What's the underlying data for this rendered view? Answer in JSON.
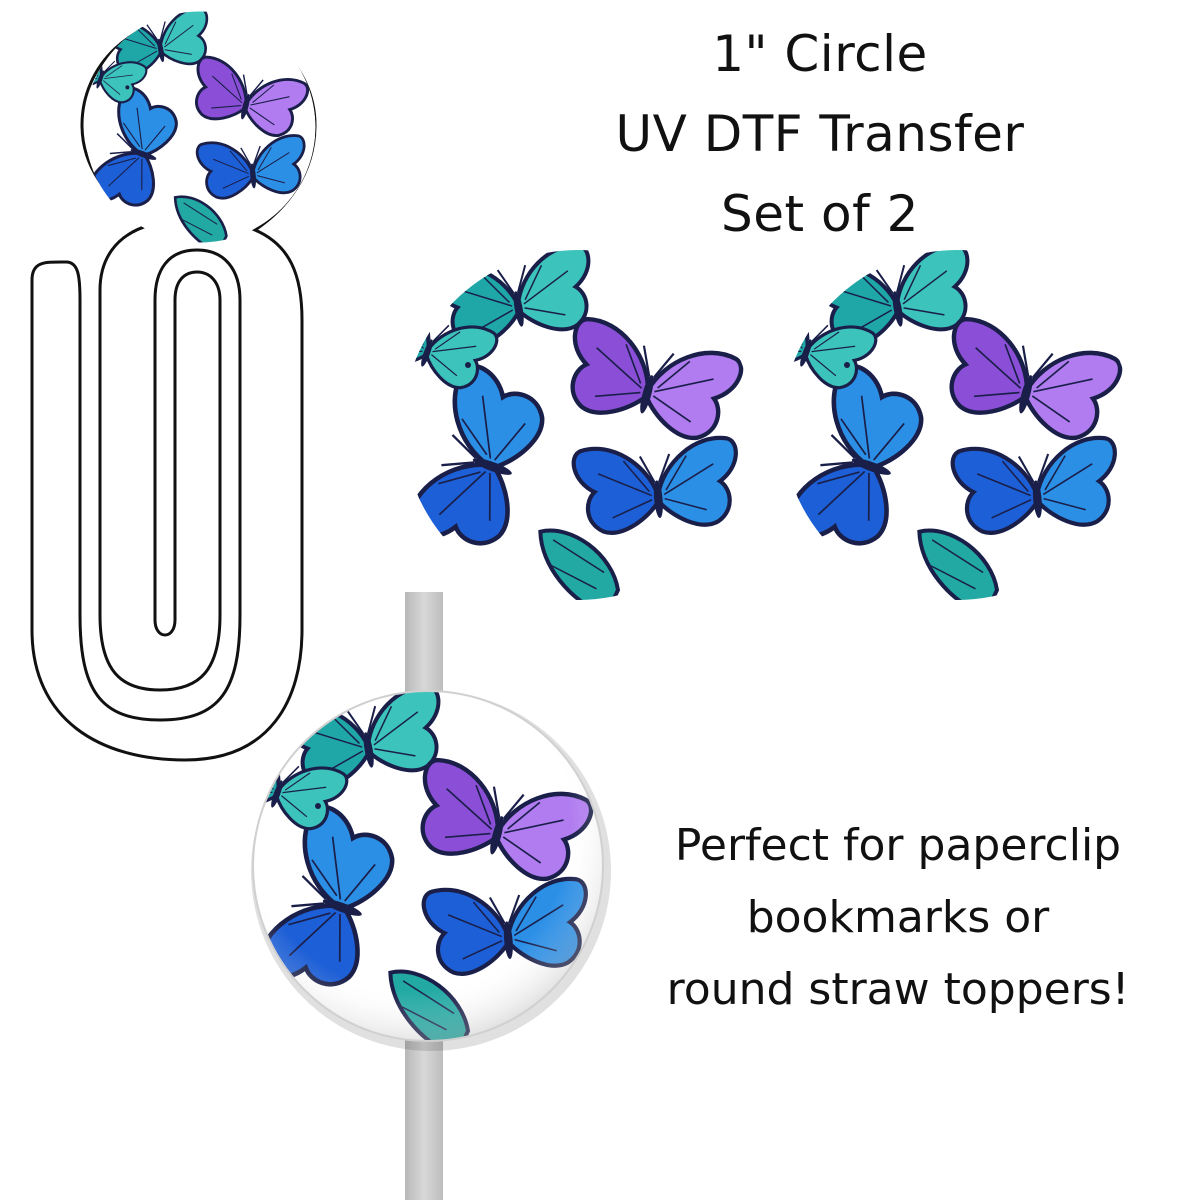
{
  "title": {
    "line1": "1\" Circle",
    "line2": "UV DTF Transfer",
    "line3": "Set of 2"
  },
  "caption": {
    "line1": "Perfect for paperclip",
    "line2": "bookmarks or",
    "line3": "round straw toppers!"
  },
  "colors": {
    "teal": "#1fa6a6",
    "teal_light": "#3cc3bb",
    "blue": "#1d5fd6",
    "blue_light": "#2c8fe6",
    "purple": "#8a4fd6",
    "purple_light": "#b07cf0",
    "outline": "#1a1f4a",
    "straw": "#c9c9c9"
  },
  "icons": {
    "butterfly": "butterfly-icon",
    "paperclip": "paperclip-bookmark-icon",
    "straw": "straw-icon"
  }
}
